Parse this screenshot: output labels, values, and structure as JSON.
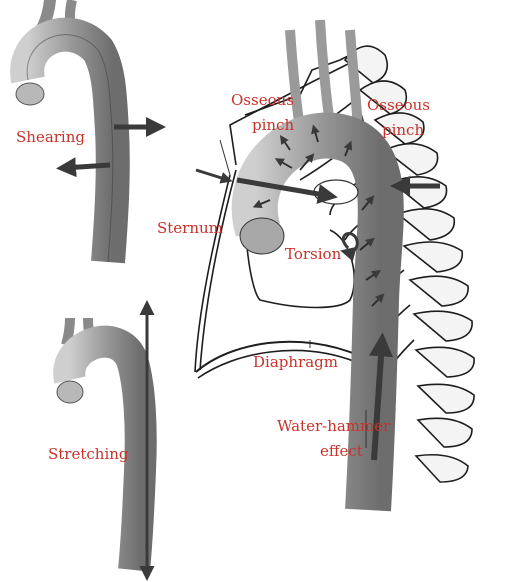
{
  "labels": {
    "shearing": "Shearing",
    "stretching": "Stretching",
    "osseous_pinch_1_line1": "Osseous",
    "osseous_pinch_1_line2": "pinch",
    "osseous_pinch_2_line1": "Osseous",
    "osseous_pinch_2_line2": "pinch",
    "sternum": "Sternum",
    "torsion": "Torsion",
    "diaphragm": "Diaphragm",
    "water_hammer_line1": "Water-hammer",
    "water_hammer_line2": "effect"
  },
  "colors": {
    "label_text": "#c8322a",
    "aorta_fill": "#8f8f8f",
    "arrow": "#3a3a3a",
    "outline": "#1e1e1e"
  }
}
